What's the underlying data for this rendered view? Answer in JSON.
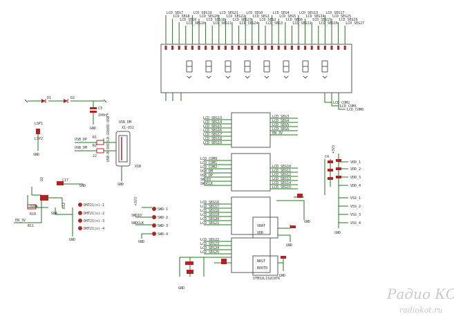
{
  "lcd_top_segments": [
    "LCD_SEG7",
    "LCD_SEG8",
    "LCD_SEG9",
    "LCD_SEG10",
    "LCD_SEG19",
    "LCD_SEG20",
    "LCD_SEG18",
    "LCD_SEG11",
    "LCD_SEG21",
    "LCD_SEG22",
    "LCD_SEG23",
    "LCD_SEG24",
    "LCD_SEG0",
    "LCD_SEG1",
    "LCD_SEG2",
    "LCD_SEG3",
    "LCD_SEG4",
    "LCD_SEG5",
    "LCD_SEG6",
    "LCD_SEG12",
    "LCD_SEG13",
    "LCD_SEG14",
    "LCD_SEG15",
    "LCD_SEG16",
    "LCD_SEG17",
    "LCD_SEG25",
    "LCD_SEG26",
    "LCD_SEG27"
  ],
  "lcd_com": [
    "LCD_COM2",
    "LCD_COM1",
    "LCD_COM0"
  ],
  "power": {
    "d1": "D1",
    "d2": "D2",
    "c3": "C3",
    "c3_val": "100nF",
    "gnd": "GND"
  },
  "lsp": {
    "lsp1": "LSP1",
    "lsp2": "LSP2"
  },
  "usb": {
    "ref": "X1-US1",
    "name": "USB_DM",
    "dp": "USB_DP",
    "dm": "USB_DM",
    "r1": "R1",
    "r2": "R2",
    "r_val": "22",
    "conn": "X1B",
    "part": "USB-B-SHIELD-GS608-USB"
  },
  "sensor": {
    "ref": "U2",
    "c17": "C17",
    "r10": "R10",
    "r11": "R11",
    "r10_val": "220k",
    "en": "EN_3V",
    "sda": "SDA",
    "r_pull": "R12",
    "dht": [
      "DHT21(x)-1",
      "DHT21(x)-2",
      "DHT21(x)-3",
      "DHT21(x)-4"
    ]
  },
  "swd": {
    "vcc": "+3V3",
    "pins": [
      "SWD-1",
      "SWD-2",
      "SWD-3",
      "SWD-4"
    ],
    "nets": [
      "SWDIO",
      "SWDCLK"
    ]
  },
  "mcu": {
    "portb_left": [
      "LCD_SEG13",
      "LCD_SEG14",
      "LCD_SEG15",
      "LCD_SEG16",
      "LCD_SEG17",
      "LCD_SEG18",
      "LCD_SEG19"
    ],
    "portb_right": [
      "LCD_SEG3",
      "LCD_SEG4",
      "LCD_SEG5",
      "LCD_SEG6",
      "EN_3V"
    ],
    "porta_left": [
      "LCD_COM0",
      "LCD_COM1",
      "LCD_COM2",
      "USB_DM",
      "USB_DP",
      "SWDIO",
      "SWDCLK"
    ],
    "porta_right": [
      "LCD_SEG10",
      "LCD_SEG11",
      "LCD_SEG12",
      "LCD_SEG13",
      "LCD_SEG14",
      "LCD_SEG15"
    ],
    "portc_left": [
      "LCD_SEG16",
      "LCD_SEG17",
      "LCD_SEG18",
      "LCD_SEG19",
      "LCD_SEG20",
      "LCD_SEG21"
    ],
    "portc2_left": [
      "LCD_SEG22",
      "LCD_SEG23",
      "LCD_SEG24",
      "LCD_SEG25"
    ],
    "vbat": "VBAT",
    "vdd": "VDD",
    "nrst": "NRST",
    "boot0": "BOOT0",
    "part": "STM32L152C8T6"
  },
  "caps_right": {
    "pins": [
      "VDD_1",
      "VDD_2",
      "VDD_3",
      "VDD_4",
      "VSS_1",
      "VSS_2",
      "VSS_3",
      "VSS_4"
    ],
    "vcc": "+3V3",
    "c4": "C4",
    "gnd": "GND"
  },
  "watermark": {
    "main": "Радио КОТ",
    "url": "radiokot.ru"
  }
}
